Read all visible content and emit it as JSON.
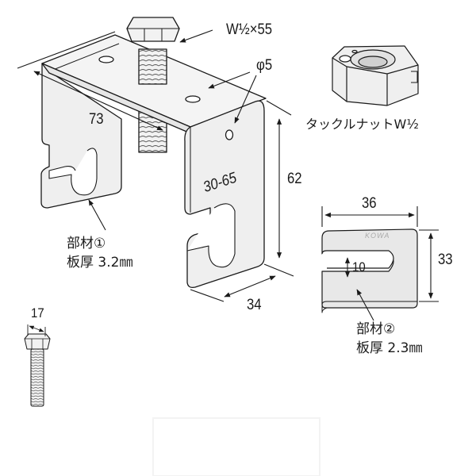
{
  "diagram": {
    "type": "product parts diagram",
    "colors": {
      "line": "#1a1a1a",
      "metal": "#efefef",
      "metal_shadow": "#d4d4d4",
      "background": "#ffffff"
    }
  },
  "bracket": {
    "bolt_label": "W½×55",
    "hole_label": "φ5",
    "width_dim": "73",
    "range_stamp": "30-65",
    "height_dim": "62",
    "depth_dim": "34",
    "part_label": "部材①",
    "thickness_label": "板厚 3.2㎜"
  },
  "nut": {
    "label": "タックルナットW½"
  },
  "plate": {
    "width_dim": "36",
    "height_dim": "33",
    "slot_dim": "10",
    "stamp": "KOWA",
    "part_label": "部材②",
    "thickness_label": "板厚 2.3㎜"
  },
  "small_bolt": {
    "head_dim": "17"
  }
}
